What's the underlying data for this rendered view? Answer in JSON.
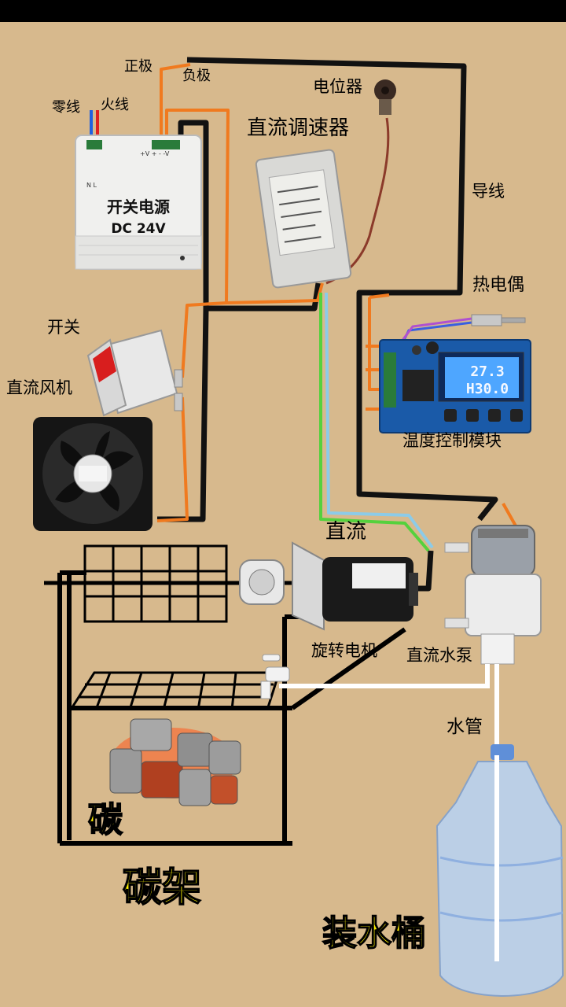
{
  "labels": {
    "neutral": "零线",
    "live": "火线",
    "positive": "正极",
    "negative": "负极",
    "potentiometer": "电位器",
    "dc_speed_controller": "直流调速器",
    "wire": "导线",
    "thermocouple": "热电偶",
    "switch": "开关",
    "dc_fan": "直流风机",
    "temp_module": "温度控制模块",
    "dc": "直流",
    "rotating_motor": "旋转电机",
    "dc_pump": "直流水泵",
    "water_pipe": "水管",
    "charcoal": "碳",
    "charcoal_rack": "碳架",
    "water_bucket": "装水桶"
  },
  "psu": {
    "title": "开关电源",
    "model": "DC 24V",
    "terminal_left": "N L",
    "terminal_right": "+V + - -V"
  },
  "temp_display": {
    "line1": "27.3",
    "line2": "H30.0"
  },
  "colors": {
    "background": "#d7b98d",
    "wire_orange": "#f07a1f",
    "wire_black": "#111111",
    "wire_green": "#55d13d",
    "wire_blue": "#8ccbe8",
    "label_outline": "#fff200"
  }
}
